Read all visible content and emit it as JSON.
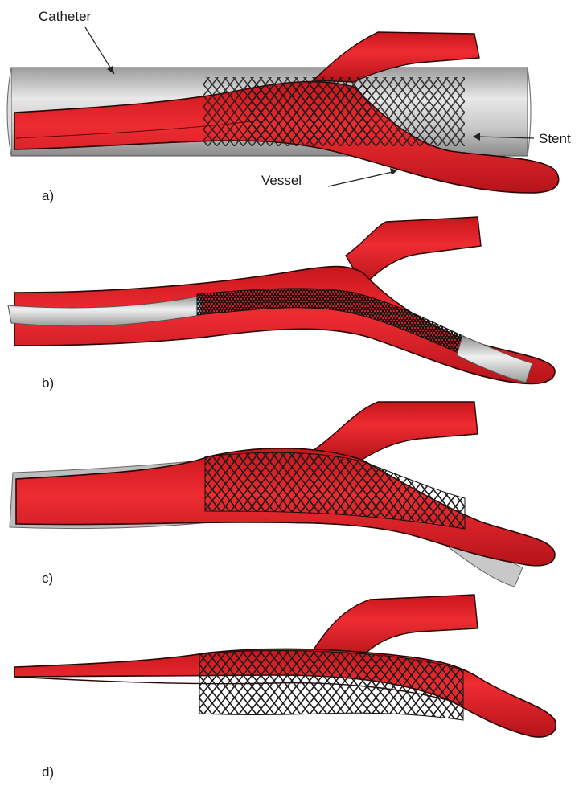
{
  "annotations": {
    "catheter": "Catheter",
    "stent": "Stent",
    "vessel": "Vessel"
  },
  "panels": {
    "a": "a)",
    "b": "b)",
    "c": "c)",
    "d": "d)"
  },
  "colors": {
    "vessel_red": "#e3262c",
    "vessel_dark": "#8c0d10",
    "vessel_outline": "#2a0505",
    "catheter_gray": "#c8c8c8",
    "stent_black": "#1b1b1b"
  }
}
